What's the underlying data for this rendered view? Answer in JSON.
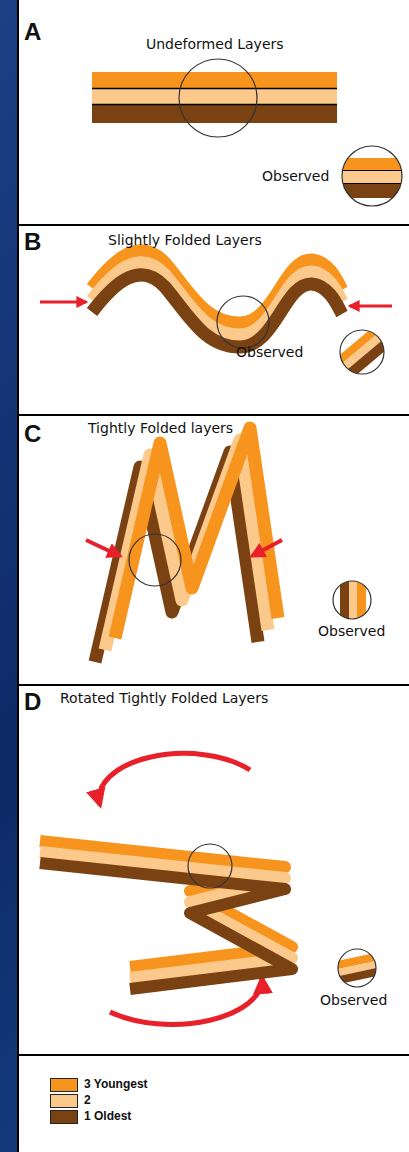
{
  "diagram": {
    "labels": [
      "A",
      "Undeformed Layers",
      "Observed",
      "B",
      "Slightly Folded Layers",
      "Observed",
      "C",
      "Tightly Folded layers",
      "Observed",
      "D",
      "Rotated Tightly Folded Layers",
      "Observed"
    ],
    "legend": [
      {
        "text": "3 Youngest",
        "color": "#f7941d"
      },
      {
        "text": "2",
        "color": "#fbc98c"
      },
      {
        "text": "1 Oldest",
        "color": "#7a4212"
      }
    ]
  }
}
